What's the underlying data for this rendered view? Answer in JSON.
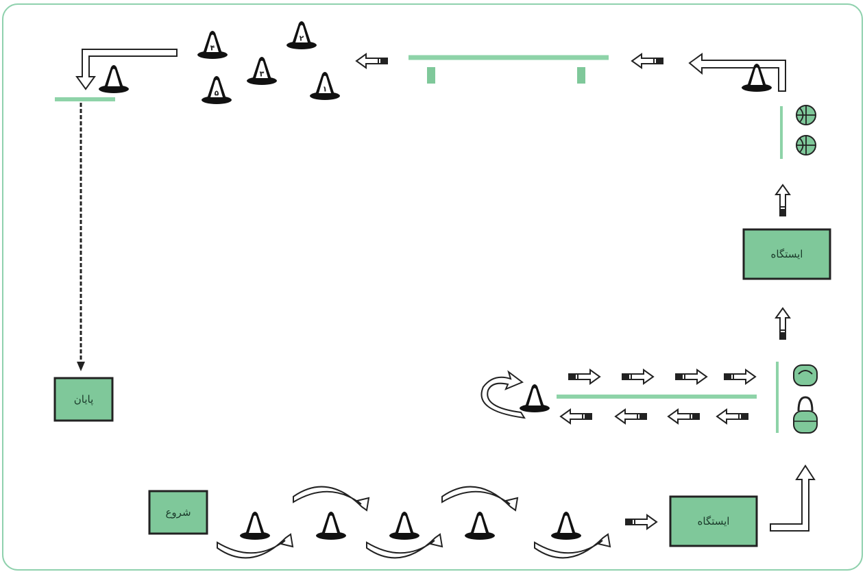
{
  "colors": {
    "frame_border": "#7fc9a0",
    "green_fill": "#7fc89a",
    "green_bar": "#8ed3a8",
    "green_dark": "#2f6b45",
    "cone": "#111111",
    "arrow_stroke": "#222222"
  },
  "boxes": {
    "start_label": "شروع",
    "station1_label": "ایستگاه",
    "station2_label": "ایستگاه",
    "end_label": "پایان"
  },
  "cones_numbered": [
    "۱",
    "۲",
    "۳",
    "۴",
    "۵"
  ],
  "icons": [
    "cone-icon",
    "ball-icon",
    "medicine-ball-icon",
    "kettlebell-icon"
  ]
}
